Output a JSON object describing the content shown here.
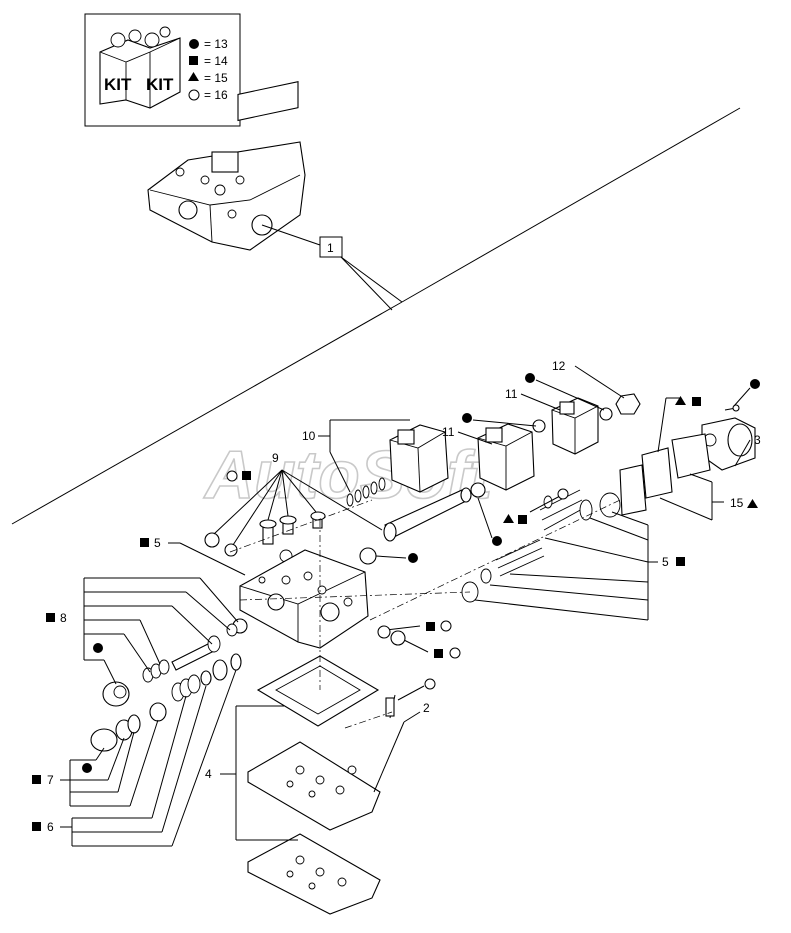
{
  "watermark": "AutoSoft",
  "kit_legend": {
    "box_text_1": "KIT",
    "box_text_2": "KIT",
    "entries": [
      {
        "symbol": "filled-circle",
        "label": "= 13"
      },
      {
        "symbol": "filled-square",
        "label": "= 14"
      },
      {
        "symbol": "filled-triangle",
        "label": "= 15"
      },
      {
        "symbol": "open-circle",
        "label": "= 16"
      }
    ]
  },
  "callouts": {
    "p1": "1",
    "p2": "2",
    "p3": "3",
    "p4": "4",
    "p5a": "5",
    "p5b": "5",
    "p6": "6",
    "p7": "7",
    "p8": "8",
    "p9": "9",
    "p10": "10",
    "p11a": "11",
    "p11b": "11",
    "p12": "12",
    "p15": "15"
  },
  "colors": {
    "line": "#000000",
    "watermark": "#c9c9c9"
  }
}
